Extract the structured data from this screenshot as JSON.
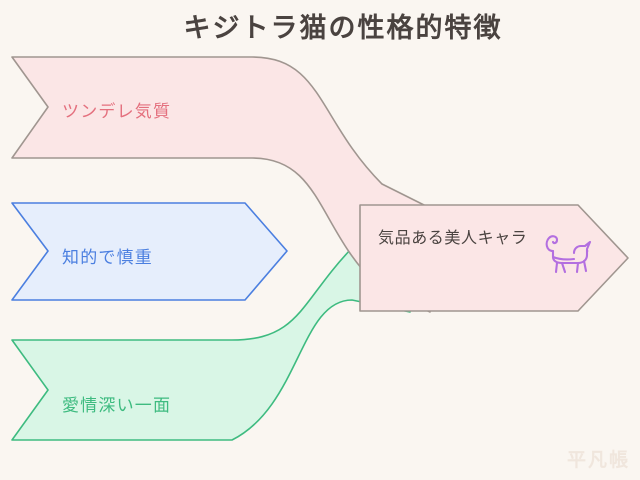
{
  "page": {
    "title": "キジトラ猫の性格的特徴",
    "background_color": "#faf6f1",
    "watermark": "平凡帳"
  },
  "diagram": {
    "type": "converging-arrow-ribbons",
    "inputs": [
      {
        "id": "tsundere",
        "label": "ツンデレ気質",
        "fill_color": "#fbe6e6",
        "stroke_color": "#a09690",
        "text_color": "#e4707e"
      },
      {
        "id": "chiteki",
        "label": "知的で慎重",
        "fill_color": "#e6eefc",
        "stroke_color": "#4b7fe0",
        "text_color": "#4b7fe0"
      },
      {
        "id": "aijou",
        "label": "愛情深い一面",
        "fill_color": "#d9f6e6",
        "stroke_color": "#3ebb80",
        "text_color": "#3ebb80"
      }
    ],
    "outcome": {
      "id": "bijin-chara",
      "label": "気品ある美人キャラ",
      "fill_color": "#fbe6e6",
      "stroke_color": "#a09690",
      "text_color": "#4a4340",
      "icon": "cat-icon",
      "icon_color": "#b36fe0"
    }
  }
}
